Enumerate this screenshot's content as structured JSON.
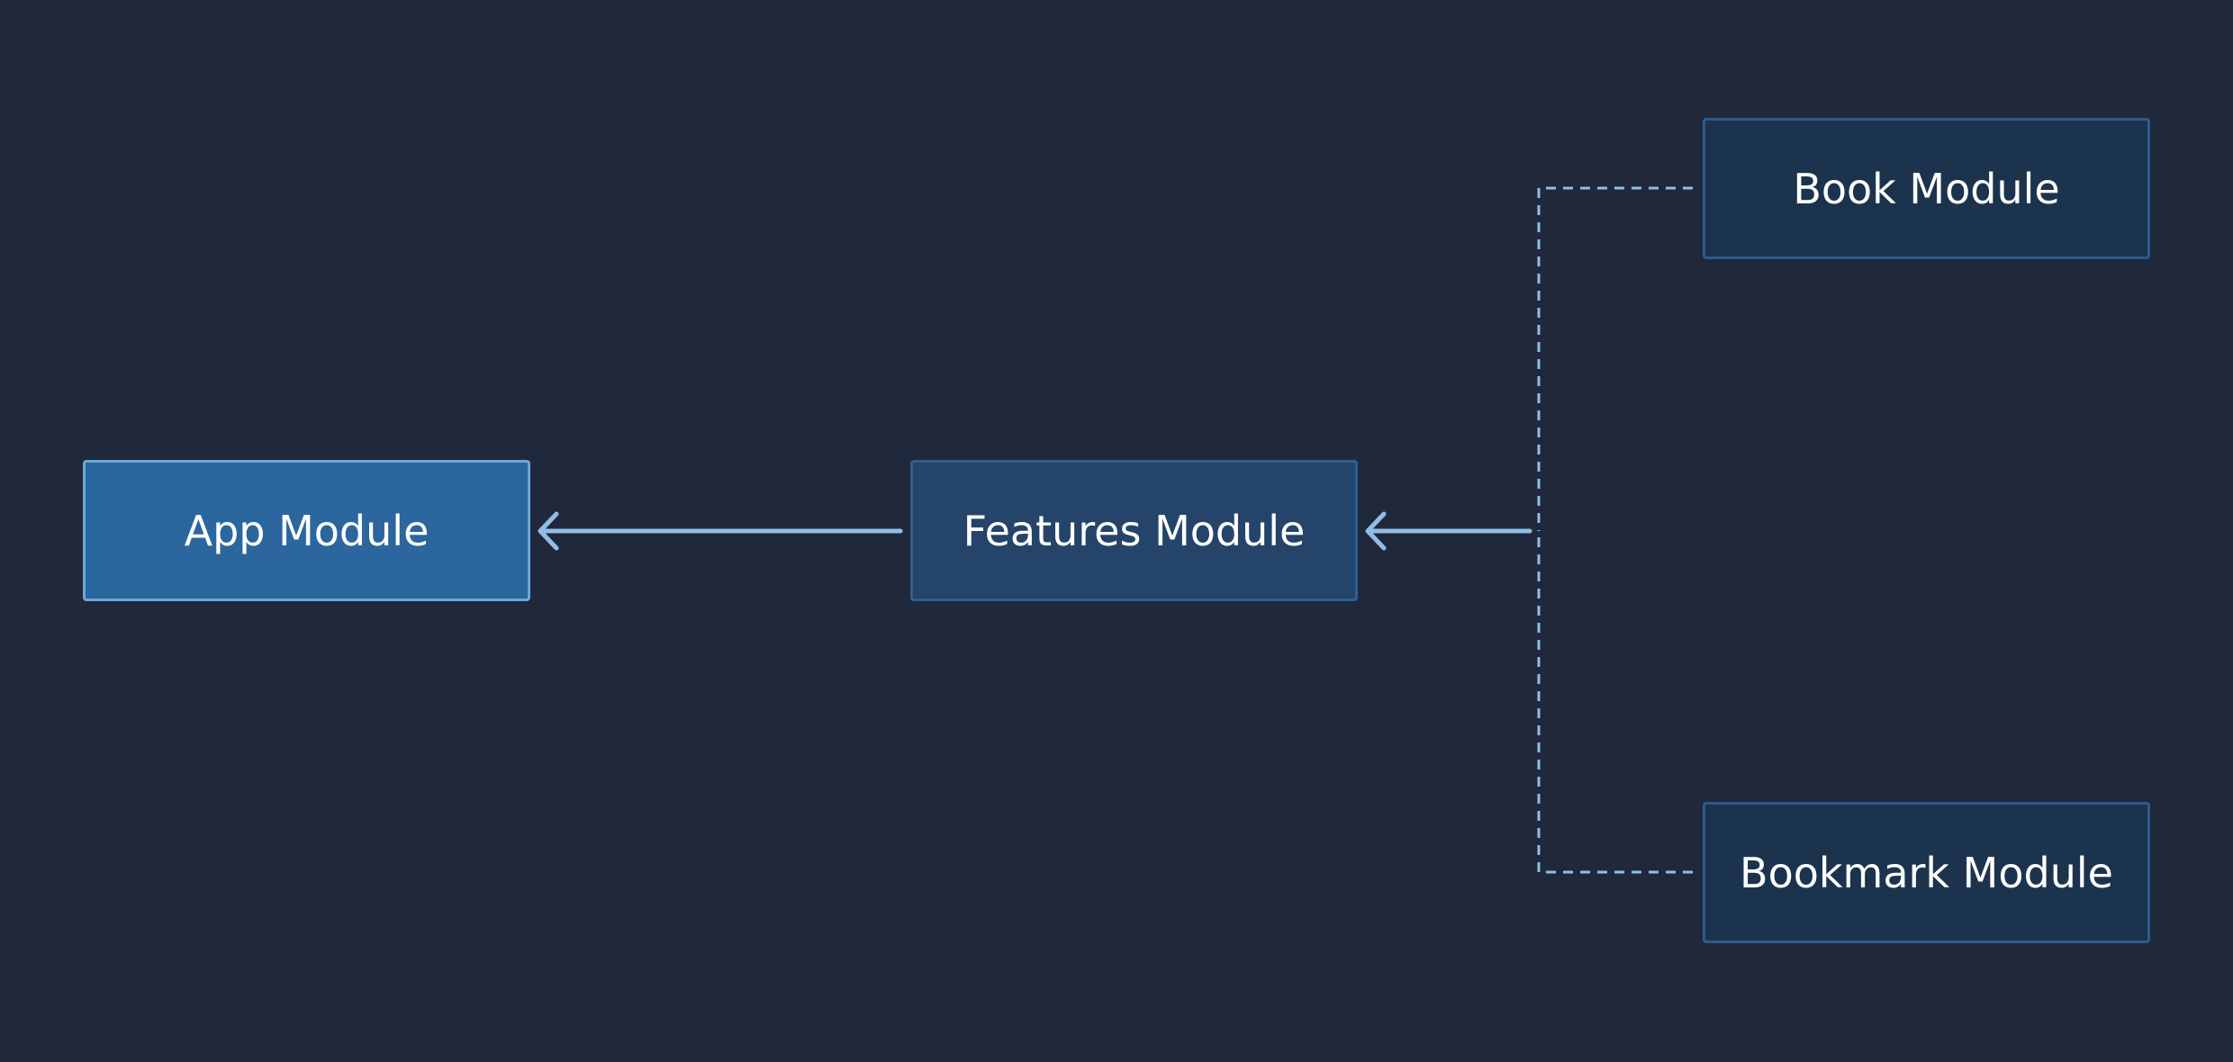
{
  "diagram": {
    "nodes": {
      "app": {
        "label": "App Module"
      },
      "features": {
        "label": "Features Module"
      },
      "book": {
        "label": "Book Module"
      },
      "bookmark": {
        "label": "Bookmark Module"
      }
    },
    "edges": [
      {
        "from": "features",
        "to": "app",
        "style": "solid",
        "arrow": "open"
      },
      {
        "from": "book",
        "to": "features",
        "style": "dashed",
        "arrow": "open"
      },
      {
        "from": "bookmark",
        "to": "features",
        "style": "dashed",
        "arrow": "open"
      }
    ],
    "colors": {
      "background": "#1f293b",
      "connector": "#90bde6",
      "app_fill": "#2c669e",
      "features_fill": "#24446a",
      "leaf_fill": "#1c334e"
    }
  }
}
